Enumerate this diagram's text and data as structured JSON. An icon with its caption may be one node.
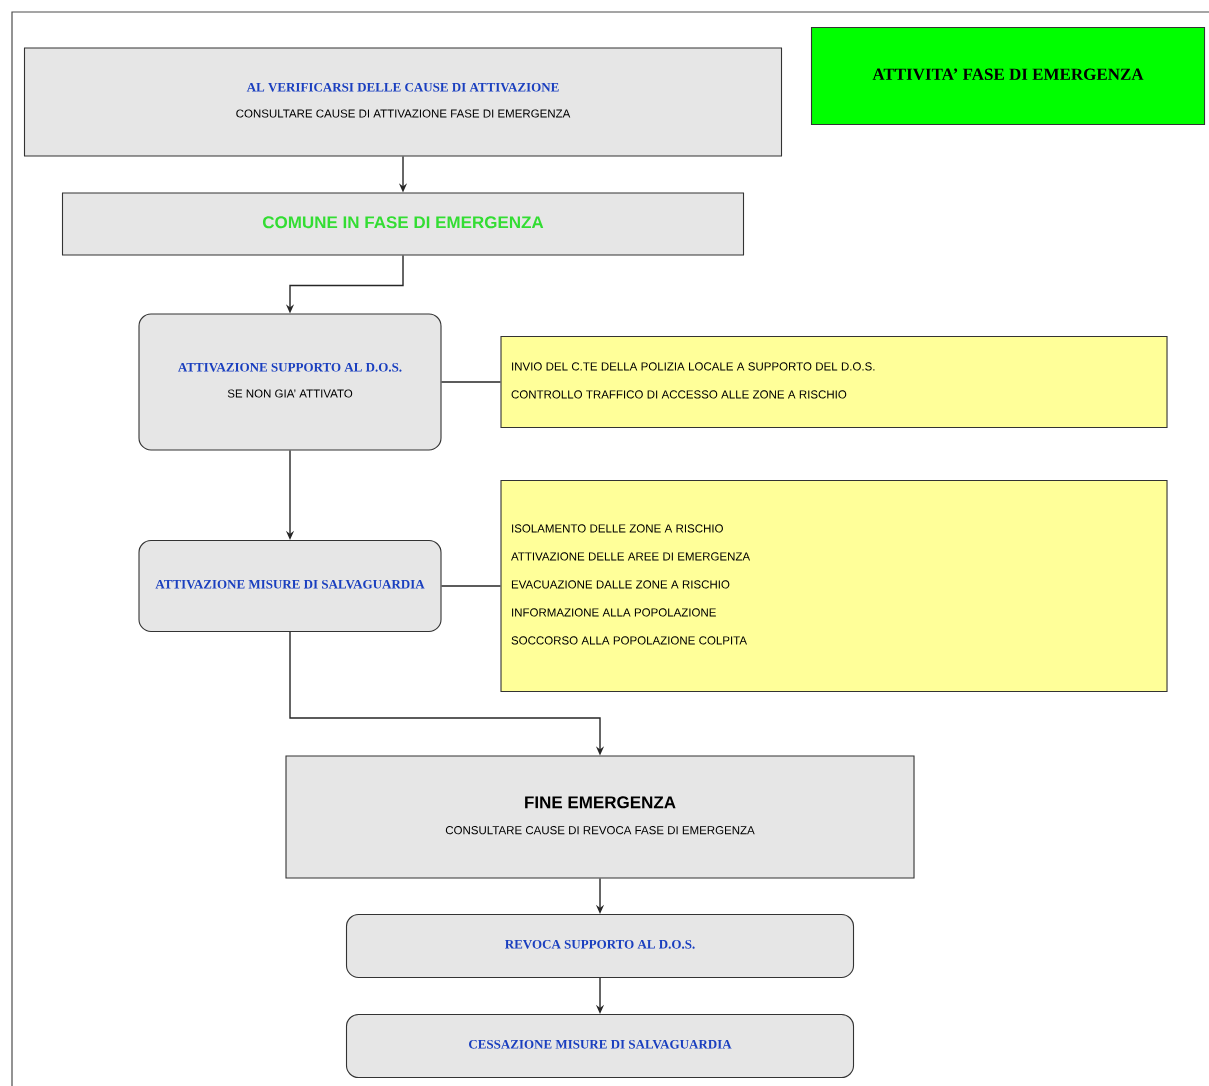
{
  "diagram": {
    "nodes": [
      {
        "text": [
          "ATTIVITA’ FASE DI EMERGENZA"
        ]
      },
      {
        "text": [
          "AL VERIFICARSI DELLE CAUSE DI ATTIVAZIONE",
          "CONSULTARE CAUSE DI ATTIVAZIONE FASE DI EMERGENZA"
        ]
      },
      {
        "text": [
          "COMUNE IN FASE DI EMERGENZA"
        ]
      },
      {
        "text": [
          "ATTIVAZIONE SUPPORTO AL D.O.S.",
          "SE NON GIA’ ATTIVATO"
        ]
      },
      {
        "text": [
          "INVIO DEL C.TE DELLA POLIZIA LOCALE A SUPPORTO DEL D.O.S.",
          "CONTROLLO TRAFFICO DI ACCESSO ALLE ZONE A RISCHIO"
        ]
      },
      {
        "text": [
          "ATTIVAZIONE MISURE DI SALVAGUARDIA"
        ]
      },
      {
        "text": [
          "ISOLAMENTO DELLE ZONE A RISCHIO",
          "ATTIVAZIONE DELLE AREE DI EMERGENZA",
          "EVACUAZIONE DALLE ZONE A RISCHIO",
          "INFORMAZIONE ALLA POPOLAZIONE",
          "SOCCORSO ALLA POPOLAZIONE COLPITA"
        ]
      },
      {
        "text": [
          "FINE EMERGENZA",
          "CONSULTARE CAUSE DI REVOCA FASE DI EMERGENZA"
        ]
      },
      {
        "text": [
          "REVOCA SUPPORTO AL D.O.S."
        ]
      },
      {
        "text": [
          "CESSAZIONE MISURE DI SALVAGUARDIA"
        ]
      }
    ],
    "edges": [
      {
        "from": 1,
        "to": 2,
        "arrow": "to"
      },
      {
        "from": 2,
        "to": 3,
        "arrow": "to"
      },
      {
        "from": 3,
        "to": 4,
        "arrow": "none"
      },
      {
        "from": 3,
        "to": 5,
        "arrow": "to"
      },
      {
        "from": 5,
        "to": 6,
        "arrow": "none"
      },
      {
        "from": 5,
        "to": 7,
        "arrow": "to"
      },
      {
        "from": 7,
        "to": 8,
        "arrow": "to"
      },
      {
        "from": 8,
        "to": 9,
        "arrow": "to"
      }
    ]
  }
}
